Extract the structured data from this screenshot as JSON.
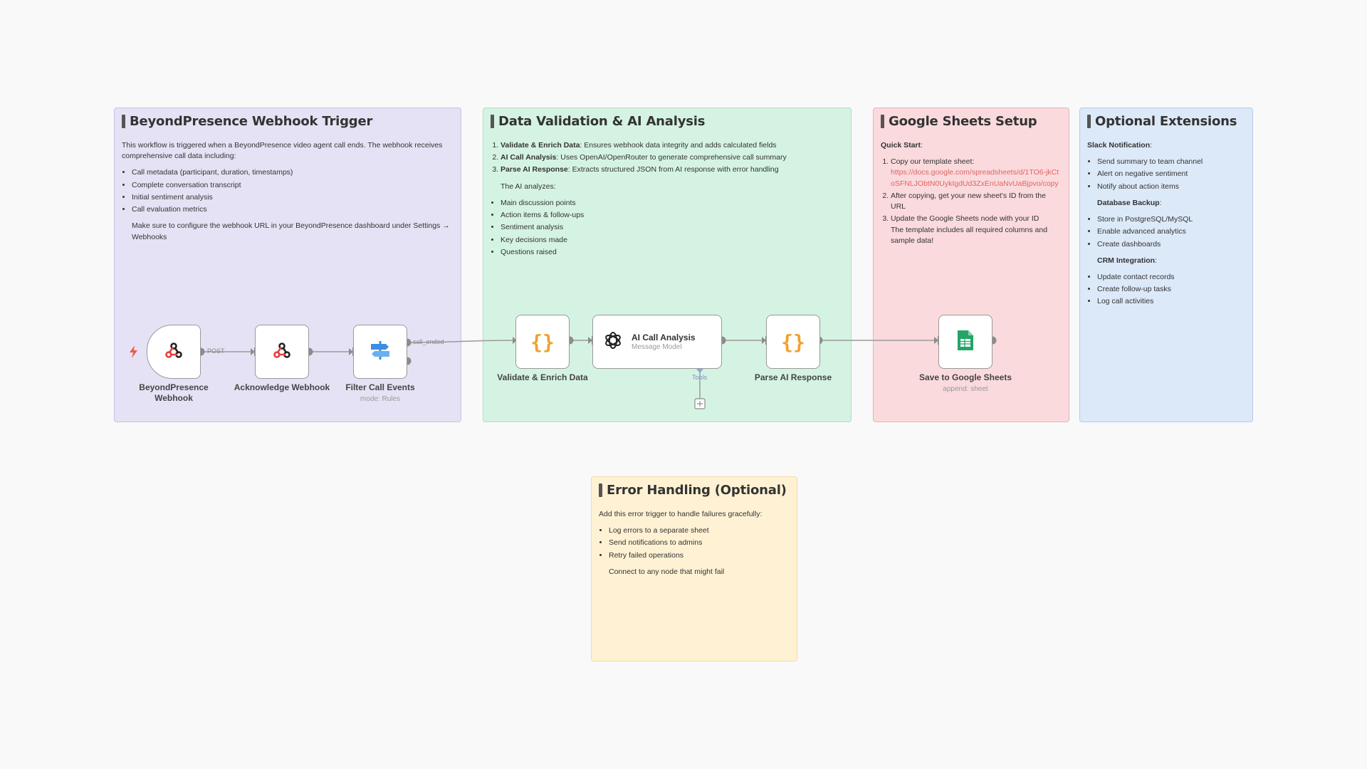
{
  "colors": {
    "purple_sticky": "#e6e2f5",
    "green_sticky": "#d5f3e2",
    "red_sticky": "#fadadd",
    "blue_sticky": "#dce9f8",
    "yellow_sticky": "#fff2d4",
    "link": "#e56363",
    "code_icon": "#f0a130",
    "sheets_icon": "#23a566",
    "webhook_icon": "#e5413f",
    "filter_icon": "#3b8ee0"
  },
  "stickies": {
    "trigger": {
      "title": "BeyondPresence Webhook Trigger",
      "intro": "This workflow is triggered when a BeyondPresence video agent call ends. The webhook receives comprehensive call data including:",
      "items": [
        "Call metadata (participant, duration, timestamps)",
        "Complete conversation transcript",
        "Initial sentiment analysis",
        "Call evaluation metrics"
      ],
      "note": "Make sure to configure the webhook URL in your BeyondPresence dashboard under Settings → Webhooks"
    },
    "validation": {
      "title": "Data Validation & AI Analysis",
      "steps": [
        {
          "name": "Validate & Enrich Data",
          "desc": ": Ensures webhook data integrity and adds calculated fields"
        },
        {
          "name": "AI Call Analysis",
          "desc": ": Uses OpenAI/OpenRouter to generate comprehensive call summary"
        },
        {
          "name": "Parse AI Response",
          "desc": ": Extracts structured JSON from AI response with error handling"
        }
      ],
      "analyzes_label": "The AI analyzes:",
      "analyzes": [
        "Main discussion points",
        "Action items & follow-ups",
        "Sentiment analysis",
        "Key decisions made",
        "Questions raised"
      ]
    },
    "sheets": {
      "title": "Google Sheets Setup",
      "quick_start": "Quick Start",
      "step1": "Copy our template sheet:",
      "step1_link": "https://docs.google.com/spreadsheets/d/1TO6-jkCtoSFNLJObtN0UykIgdUd3ZxEnUaNvUaBjpvo/copy",
      "step2": "After copying, get your new sheet's ID from the URL",
      "step3": "Update the Google Sheets node with your ID",
      "step3_note": "The template includes all required columns and sample data!"
    },
    "extensions": {
      "title": "Optional Extensions",
      "groups": [
        {
          "label": "Slack Notification",
          "suffix": ":",
          "items": [
            "Send summary to team channel",
            "Alert on negative sentiment",
            "Notify about action items"
          ]
        },
        {
          "label": "Database Backup",
          "suffix": ":",
          "items": [
            "Store in PostgreSQL/MySQL",
            "Enable advanced analytics",
            "Create dashboards"
          ]
        },
        {
          "label": "CRM Integration",
          "suffix": ":",
          "items": [
            "Update contact records",
            "Create follow-up tasks",
            "Log call activities"
          ]
        }
      ]
    },
    "errors": {
      "title": "Error Handling (Optional)",
      "intro": "Add this error trigger to handle failures gracefully:",
      "items": [
        "Log errors to a separate sheet",
        "Send notifications to admins",
        "Retry failed operations"
      ],
      "note": "Connect to any node that might fail"
    }
  },
  "nodes": {
    "webhook": {
      "label": "BeyondPresence Webhook",
      "icon": "webhook-icon"
    },
    "acknowledge": {
      "label": "Acknowledge Webhook",
      "icon": "webhook-icon"
    },
    "filter": {
      "label": "Filter Call Events",
      "sub": "mode: Rules",
      "icon": "filter-icon"
    },
    "validate": {
      "label": "Validate & Enrich Data",
      "icon": "code-icon"
    },
    "ai": {
      "label": "AI Call Analysis",
      "sub": "Message Model",
      "tools": "Tools",
      "icon": "openai-icon"
    },
    "parse": {
      "label": "Parse AI Response",
      "icon": "code-icon"
    },
    "sheets": {
      "label": "Save to Google Sheets",
      "sub": "append: sheet",
      "icon": "google-sheets-icon"
    }
  },
  "edges": {
    "post_label": "POST",
    "call_ended_label": "call_ended"
  }
}
